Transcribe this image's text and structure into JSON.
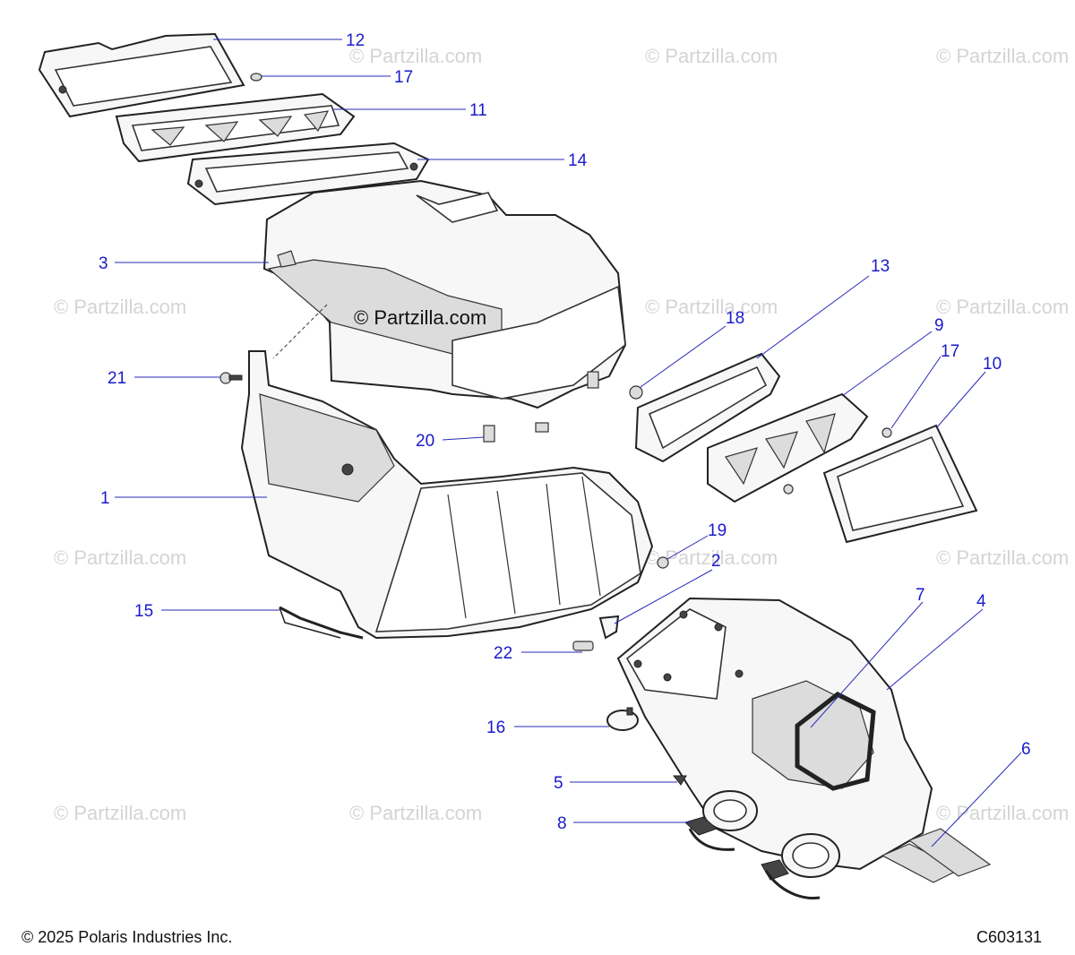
{
  "diagram": {
    "watermark": "© Partzilla.com",
    "center_watermark": "© Partzilla.com",
    "callouts": [
      {
        "id": "c12",
        "label": "12"
      },
      {
        "id": "c17a",
        "label": "17"
      },
      {
        "id": "c11",
        "label": "11"
      },
      {
        "id": "c14",
        "label": "14"
      },
      {
        "id": "c3",
        "label": "3"
      },
      {
        "id": "c13",
        "label": "13"
      },
      {
        "id": "c18",
        "label": "18"
      },
      {
        "id": "c9",
        "label": "9"
      },
      {
        "id": "c17b",
        "label": "17"
      },
      {
        "id": "c10",
        "label": "10"
      },
      {
        "id": "c21",
        "label": "21"
      },
      {
        "id": "c20",
        "label": "20"
      },
      {
        "id": "c1",
        "label": "1"
      },
      {
        "id": "c19",
        "label": "19"
      },
      {
        "id": "c2",
        "label": "2"
      },
      {
        "id": "c15",
        "label": "15"
      },
      {
        "id": "c7",
        "label": "7"
      },
      {
        "id": "c4",
        "label": "4"
      },
      {
        "id": "c22",
        "label": "22"
      },
      {
        "id": "c16",
        "label": "16"
      },
      {
        "id": "c6",
        "label": "6"
      },
      {
        "id": "c5",
        "label": "5"
      },
      {
        "id": "c8",
        "label": "8"
      }
    ],
    "colors": {
      "callout": "#1a1acc",
      "leader": "#2a2ab8",
      "outline": "#222222",
      "watermark": "#d4d4d4"
    }
  },
  "footer": {
    "copyright": "© 2025 Polaris Industries Inc.",
    "diagram_code": "C603131"
  }
}
